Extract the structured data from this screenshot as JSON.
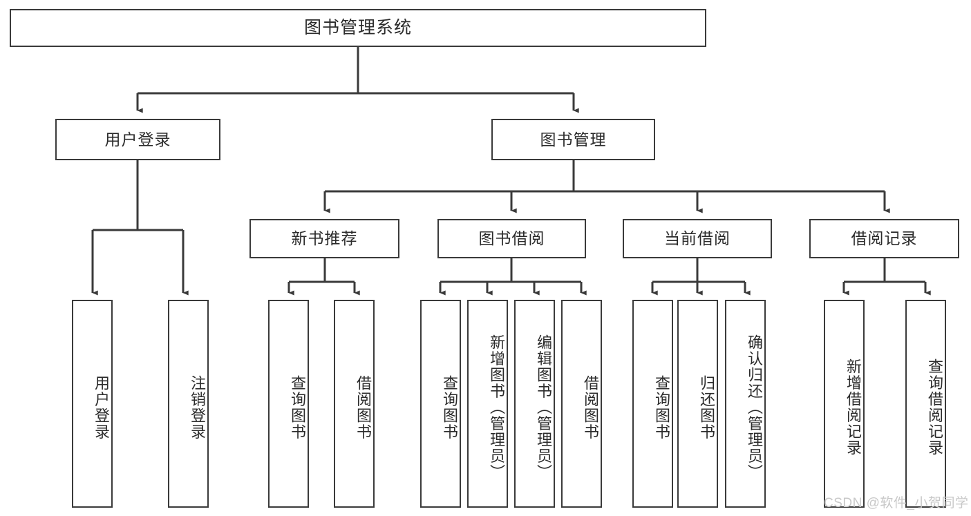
{
  "diagram": {
    "type": "tree-hierarchy",
    "title": "图书管理系统",
    "watermark": "CSDN @软件_小贺同学",
    "colors": {
      "stroke": "#3a3a3a",
      "fill": "#ffffff",
      "text": "#2b2b2b",
      "watermark": "#c8c8c8"
    },
    "nodes": {
      "root": "图书管理系统",
      "level2": [
        "用户登录",
        "图书管理"
      ],
      "level3": [
        "新书推荐",
        "图书借阅",
        "当前借阅",
        "借阅记录"
      ],
      "leaves": {
        "user_login": [
          "用户登录",
          "注销登录"
        ],
        "new_book_recommend": [
          "查询图书",
          "借阅图书"
        ],
        "book_borrow": [
          "查询图书",
          "新增图书（管理员）",
          "编辑图书（管理员）",
          "借阅图书"
        ],
        "current_borrow": [
          "查询图书",
          "归还图书",
          "确认归还（管理员）"
        ],
        "borrow_record": [
          "新增借阅记录",
          "查询借阅记录"
        ]
      }
    }
  }
}
